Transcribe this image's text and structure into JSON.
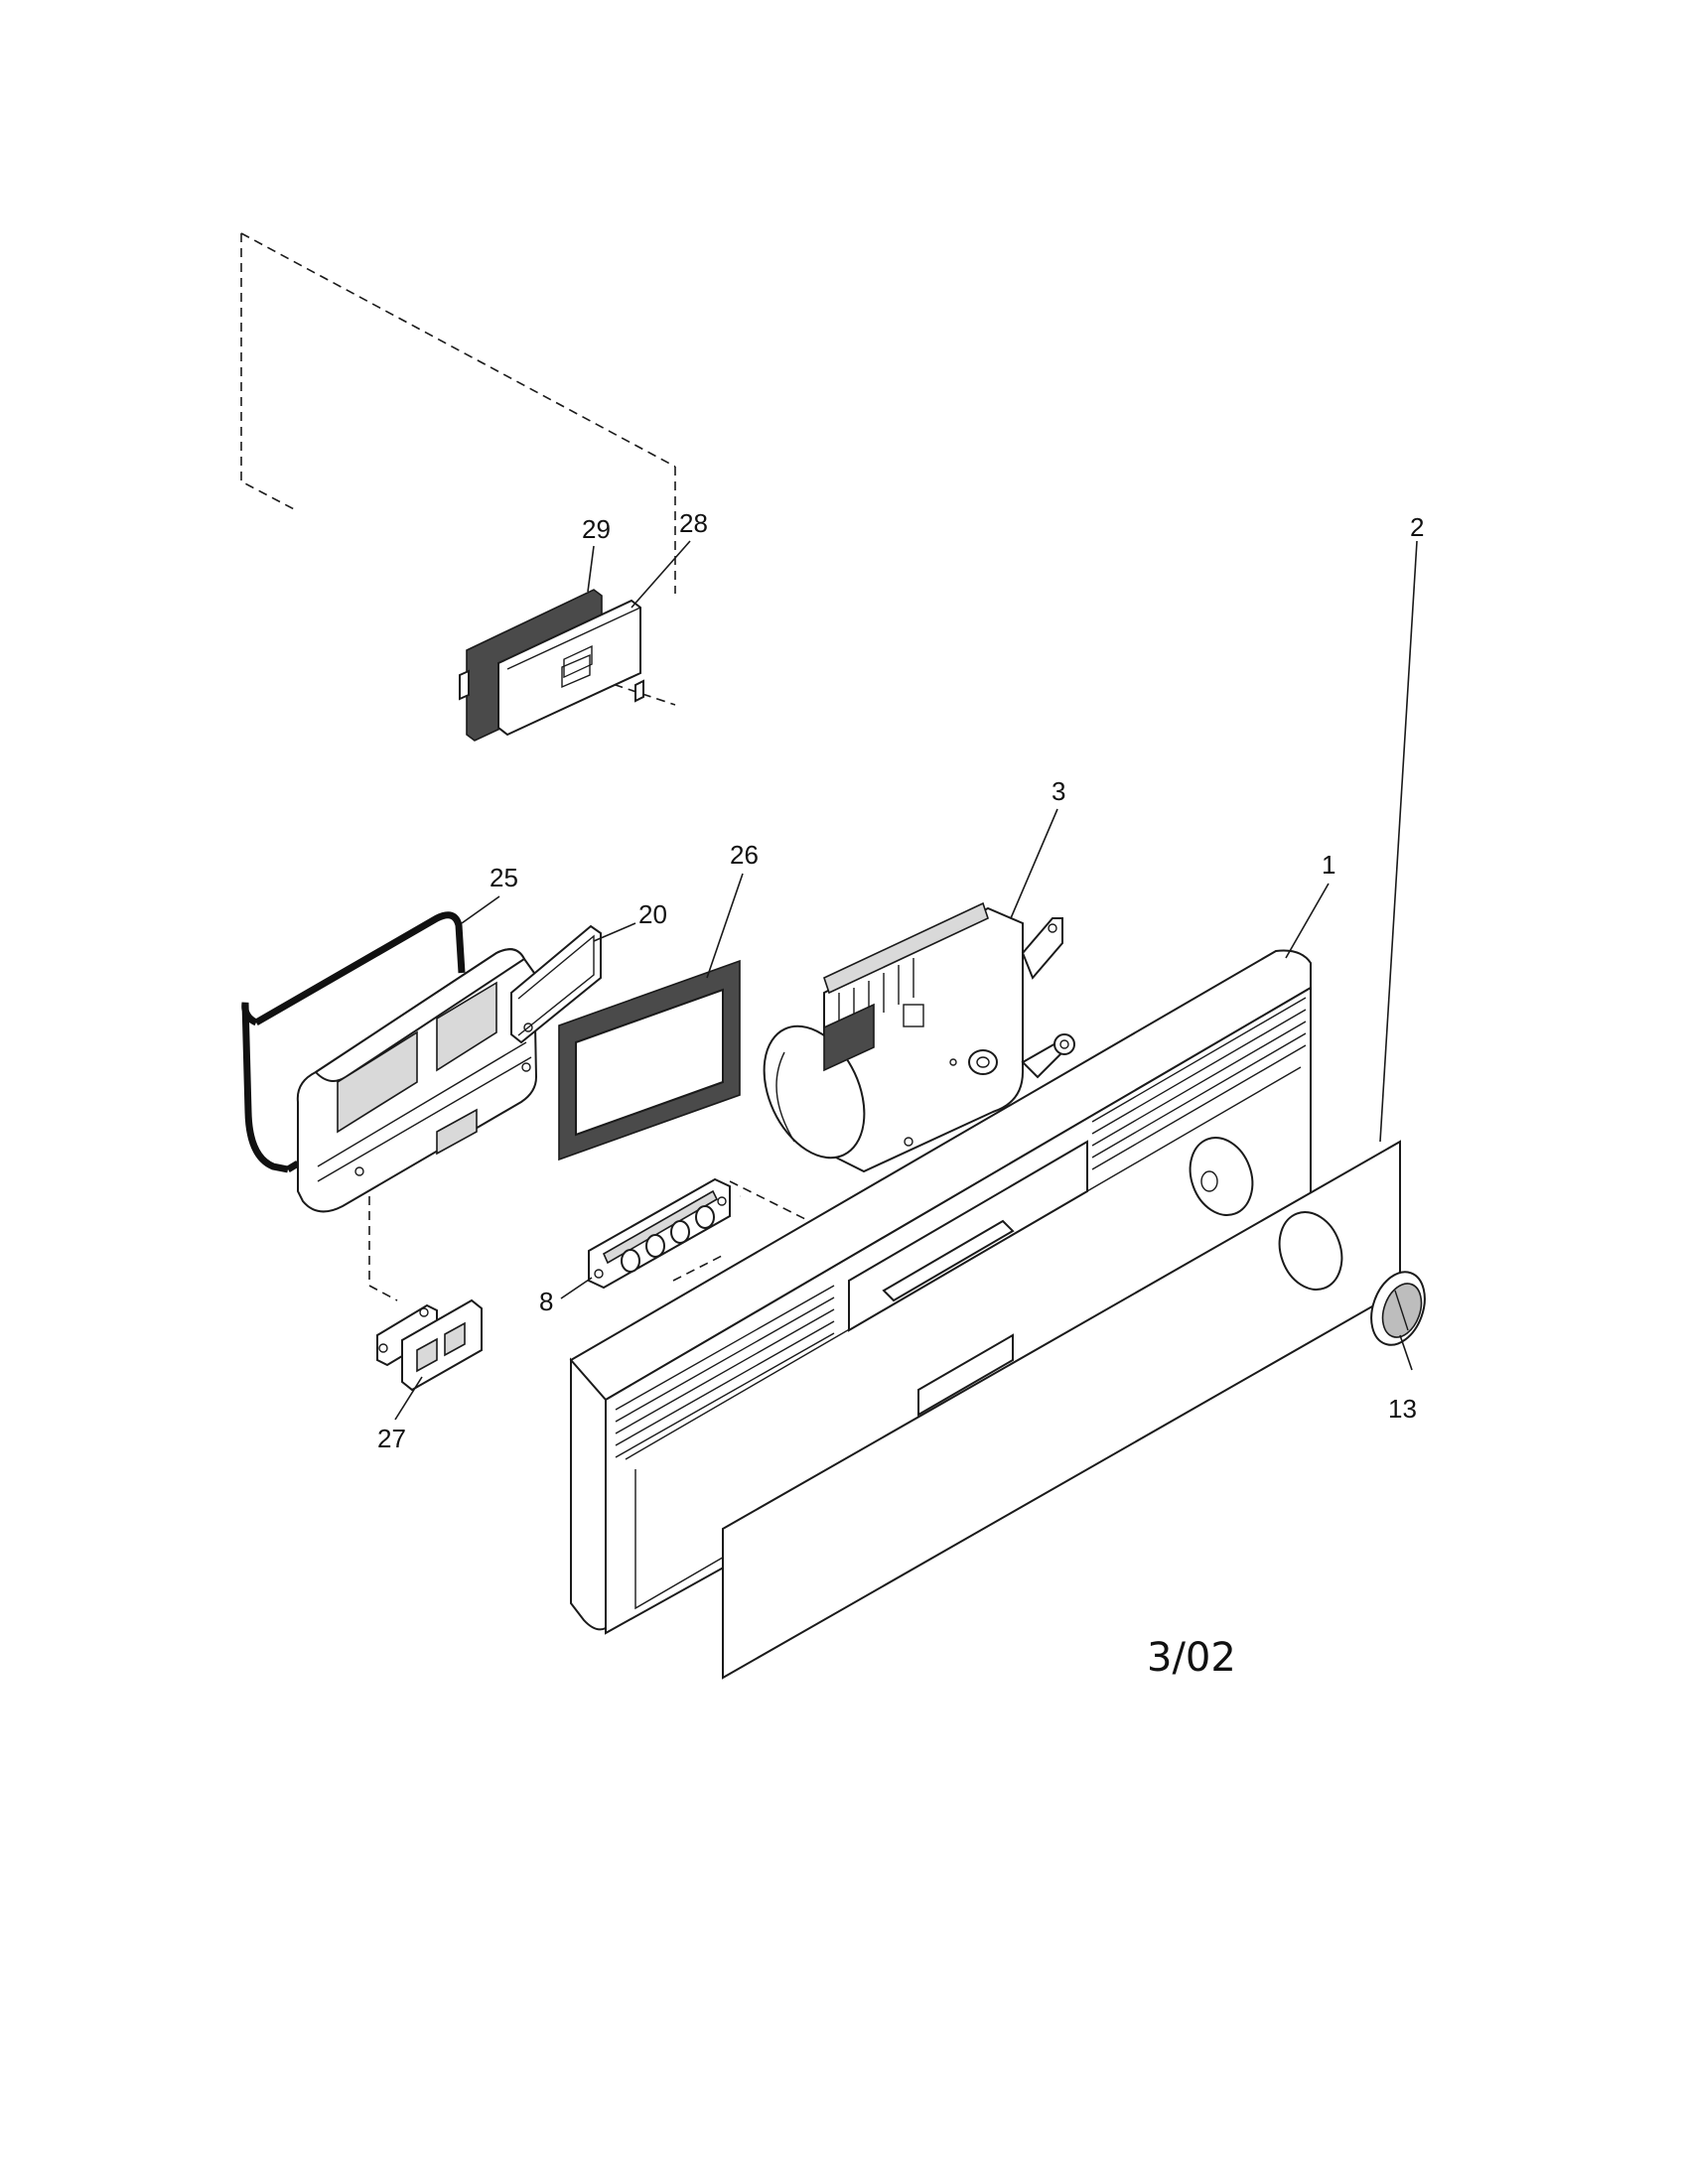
{
  "diagram": {
    "parts": [
      {
        "id": "1",
        "label": "1"
      },
      {
        "id": "2",
        "label": "2"
      },
      {
        "id": "3",
        "label": "3"
      },
      {
        "id": "8",
        "label": "8"
      },
      {
        "id": "13",
        "label": "13"
      },
      {
        "id": "20",
        "label": "20"
      },
      {
        "id": "25",
        "label": "25"
      },
      {
        "id": "26",
        "label": "26"
      },
      {
        "id": "27",
        "label": "27"
      },
      {
        "id": "28",
        "label": "28"
      },
      {
        "id": "29",
        "label": "29"
      }
    ],
    "date_stamp": "3/02"
  }
}
